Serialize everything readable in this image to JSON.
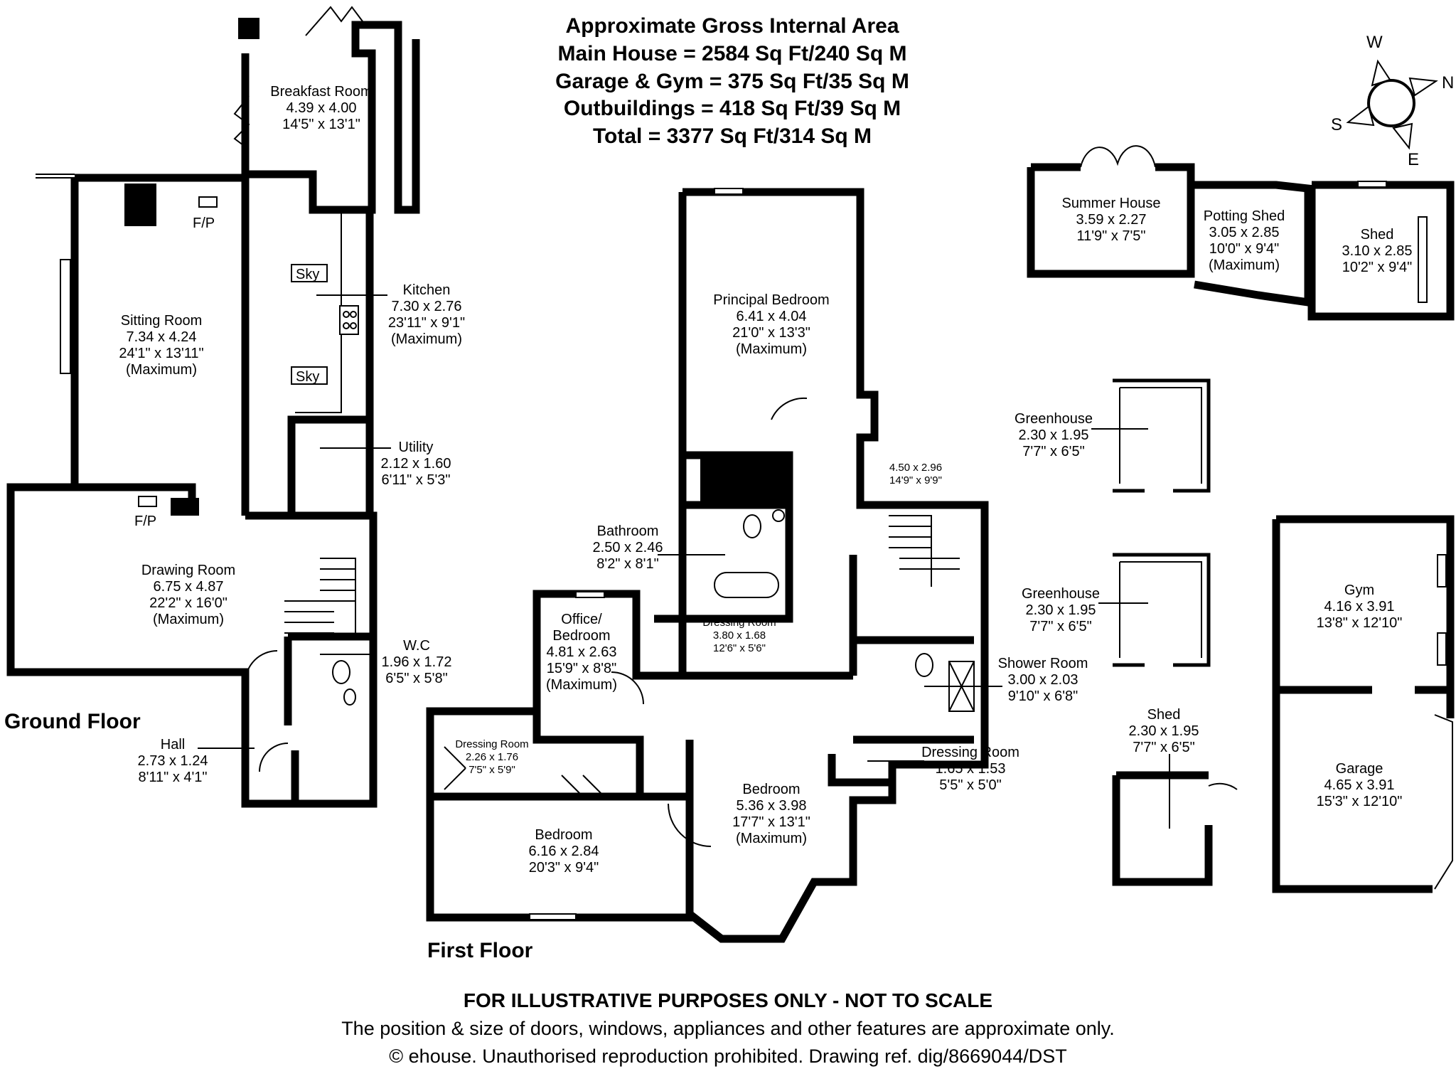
{
  "areas": {
    "title": "Approximate Gross Internal Area",
    "main_house": "Main House = 2584 Sq Ft/240 Sq M",
    "garage_gym": "Garage & Gym = 375 Sq Ft/35 Sq M",
    "outbuildings": "Outbuildings = 418 Sq Ft/39 Sq M",
    "total": "Total = 3377 Sq Ft/314 Sq M"
  },
  "compass": {
    "w": "W",
    "n": "N",
    "s": "S",
    "e": "E"
  },
  "floors": {
    "ground": "Ground Floor",
    "first": "First Floor"
  },
  "symbols": {
    "fireplace": "F/P",
    "skylight": "Sky"
  },
  "rooms": {
    "breakfast": {
      "name": "Breakfast Room",
      "metric": "4.39 x 4.00",
      "imperial": "14'5\" x 13'1\""
    },
    "sitting": {
      "name": "Sitting Room",
      "metric": "7.34 x 4.24",
      "imperial": "24'1\" x 13'11\"",
      "note": "(Maximum)"
    },
    "kitchen": {
      "name": "Kitchen",
      "metric": "7.30 x 2.76",
      "imperial": "23'11\" x 9'1\"",
      "note": "(Maximum)"
    },
    "utility": {
      "name": "Utility",
      "metric": "2.12 x 1.60",
      "imperial": "6'11\" x 5'3\""
    },
    "drawing": {
      "name": "Drawing Room",
      "metric": "6.75 x 4.87",
      "imperial": "22'2\" x 16'0\"",
      "note": "(Maximum)"
    },
    "wc": {
      "name": "W.C",
      "metric": "1.96 x 1.72",
      "imperial": "6'5\" x 5'8\""
    },
    "hall": {
      "name": "Hall",
      "metric": "2.73 x 1.24",
      "imperial": "8'11\" x 4'1\""
    },
    "principal": {
      "name": "Principal Bedroom",
      "metric": "6.41 x 4.04",
      "imperial": "21'0\" x 13'3\"",
      "note": "(Maximum)"
    },
    "landing": {
      "metric": "4.50 x 2.96",
      "imperial": "14'9\" x 9'9\""
    },
    "bathroom": {
      "name": "Bathroom",
      "metric": "2.50 x 2.46",
      "imperial": "8'2\" x 8'1\""
    },
    "dressing1": {
      "name": "Dressing Room",
      "metric": "3.80 x 1.68",
      "imperial": "12'6\" x 5'6\""
    },
    "office": {
      "name": "Office/",
      "name2": "Bedroom",
      "metric": "4.81 x 2.63",
      "imperial": "15'9\" x 8'8\"",
      "note": "(Maximum)"
    },
    "dressing2": {
      "name": "Dressing Room",
      "metric": "2.26 x 1.76",
      "imperial": "7'5\" x 5'9\""
    },
    "bedroom1": {
      "name": "Bedroom",
      "metric": "6.16 x 2.84",
      "imperial": "20'3\" x 9'4\""
    },
    "bedroom2": {
      "name": "Bedroom",
      "metric": "5.36 x 3.98",
      "imperial": "17'7\" x 13'1\"",
      "note": "(Maximum)"
    },
    "shower": {
      "name": "Shower Room",
      "metric": "3.00 x 2.03",
      "imperial": "9'10\" x 6'8\""
    },
    "dressing3": {
      "name": "Dressing Room",
      "metric": "1.65 x 1.53",
      "imperial": "5'5\" x 5'0\""
    },
    "summer": {
      "name": "Summer House",
      "metric": "3.59 x 2.27",
      "imperial": "11'9\" x 7'5\""
    },
    "potting": {
      "name": "Potting Shed",
      "metric": "3.05 x 2.85",
      "imperial": "10'0\" x 9'4\"",
      "note": "(Maximum)"
    },
    "shed1": {
      "name": "Shed",
      "metric": "3.10 x 2.85",
      "imperial": "10'2\" x 9'4\""
    },
    "greenhouse1": {
      "name": "Greenhouse",
      "metric": "2.30 x 1.95",
      "imperial": "7'7\" x 6'5\""
    },
    "greenhouse2": {
      "name": "Greenhouse",
      "metric": "2.30 x 1.95",
      "imperial": "7'7\" x 6'5\""
    },
    "shed2": {
      "name": "Shed",
      "metric": "2.30 x 1.95",
      "imperial": "7'7\" x 6'5\""
    },
    "gym": {
      "name": "Gym",
      "metric": "4.16 x 3.91",
      "imperial": "13'8\" x 12'10\""
    },
    "garage": {
      "name": "Garage",
      "metric": "4.65 x 3.91",
      "imperial": "15'3\" x 12'10\""
    }
  },
  "disclaimer": {
    "line1": "FOR ILLUSTRATIVE PURPOSES ONLY - NOT TO SCALE",
    "line2": "The position & size of doors, windows, appliances and other features are approximate only.",
    "line3": "© ehouse. Unauthorised reproduction prohibited. Drawing ref. dig/8669044/DST"
  }
}
